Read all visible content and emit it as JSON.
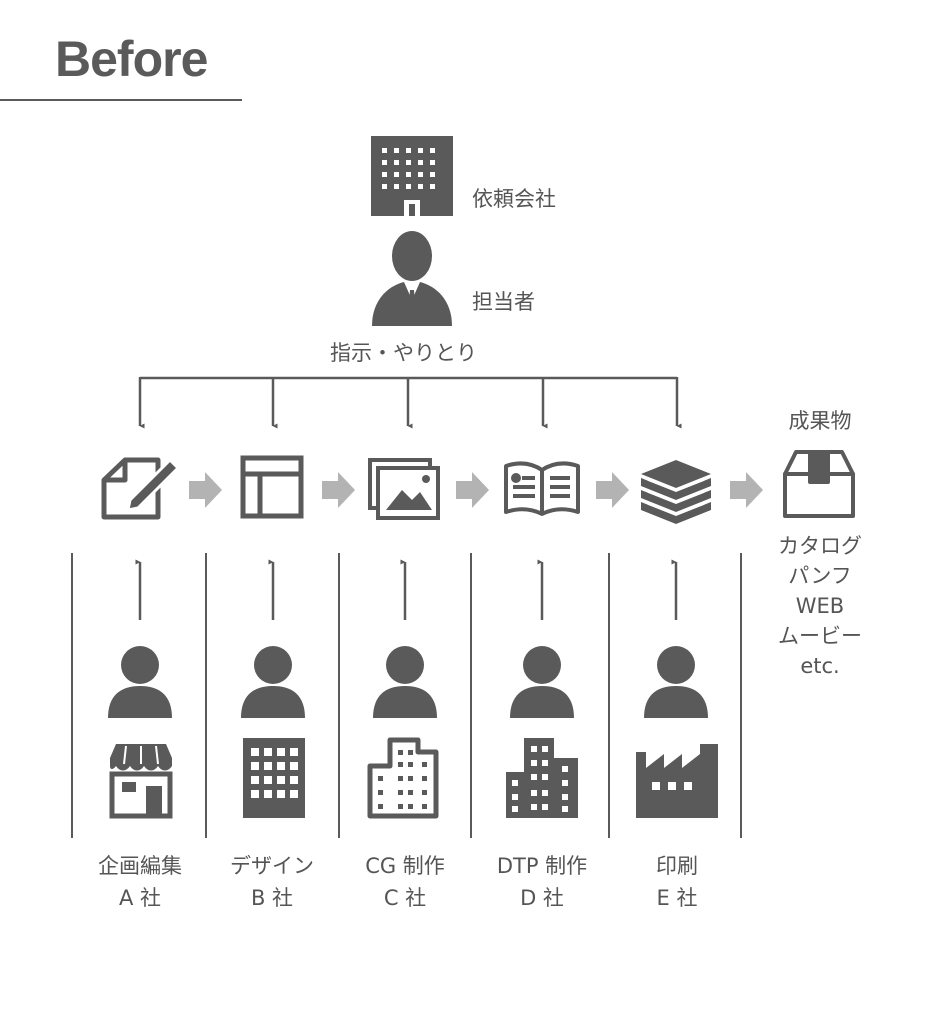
{
  "title": "Before",
  "client": {
    "company": "依頼会社",
    "person": "担当者",
    "instruction": "指示・やりとり"
  },
  "deliverable": {
    "heading": "成果物",
    "items": [
      "カタログ",
      "パンフ",
      "WEB",
      "ムービー",
      "etc."
    ]
  },
  "companies": [
    {
      "line1": "企画編集",
      "line2": "A 社",
      "tool_icon": "edit-icon",
      "building_icon": "shop-icon"
    },
    {
      "line1": "デザイン",
      "line2": "B 社",
      "tool_icon": "layout-icon",
      "building_icon": "building-icon"
    },
    {
      "line1": "CG 制作",
      "line2": "C 社",
      "tool_icon": "images-icon",
      "building_icon": "office-building-icon"
    },
    {
      "line1": "DTP 制作",
      "line2": "D 社",
      "tool_icon": "open-book-icon",
      "building_icon": "city-buildings-icon"
    },
    {
      "line1": "印刷",
      "line2": "E 社",
      "tool_icon": "book-stack-icon",
      "building_icon": "factory-icon"
    }
  ],
  "colors": {
    "icon": "#5a5a5a",
    "arrow": "#b3b3b3",
    "line": "#5a5a5a"
  }
}
